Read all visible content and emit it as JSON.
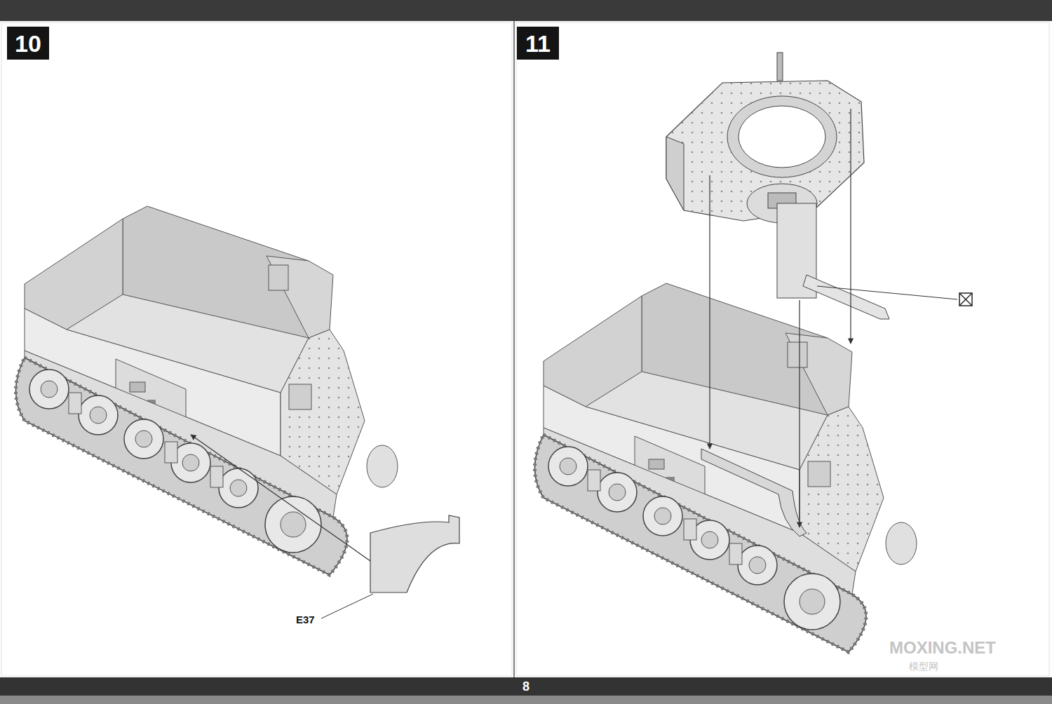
{
  "diagram": {
    "nodes": [
      {
        "text": [
          "10"
        ]
      },
      {
        "text": [
          "11"
        ]
      }
    ],
    "labels": [
      "E37",
      "8",
      "MOXING.NET",
      "模型网"
    ]
  }
}
